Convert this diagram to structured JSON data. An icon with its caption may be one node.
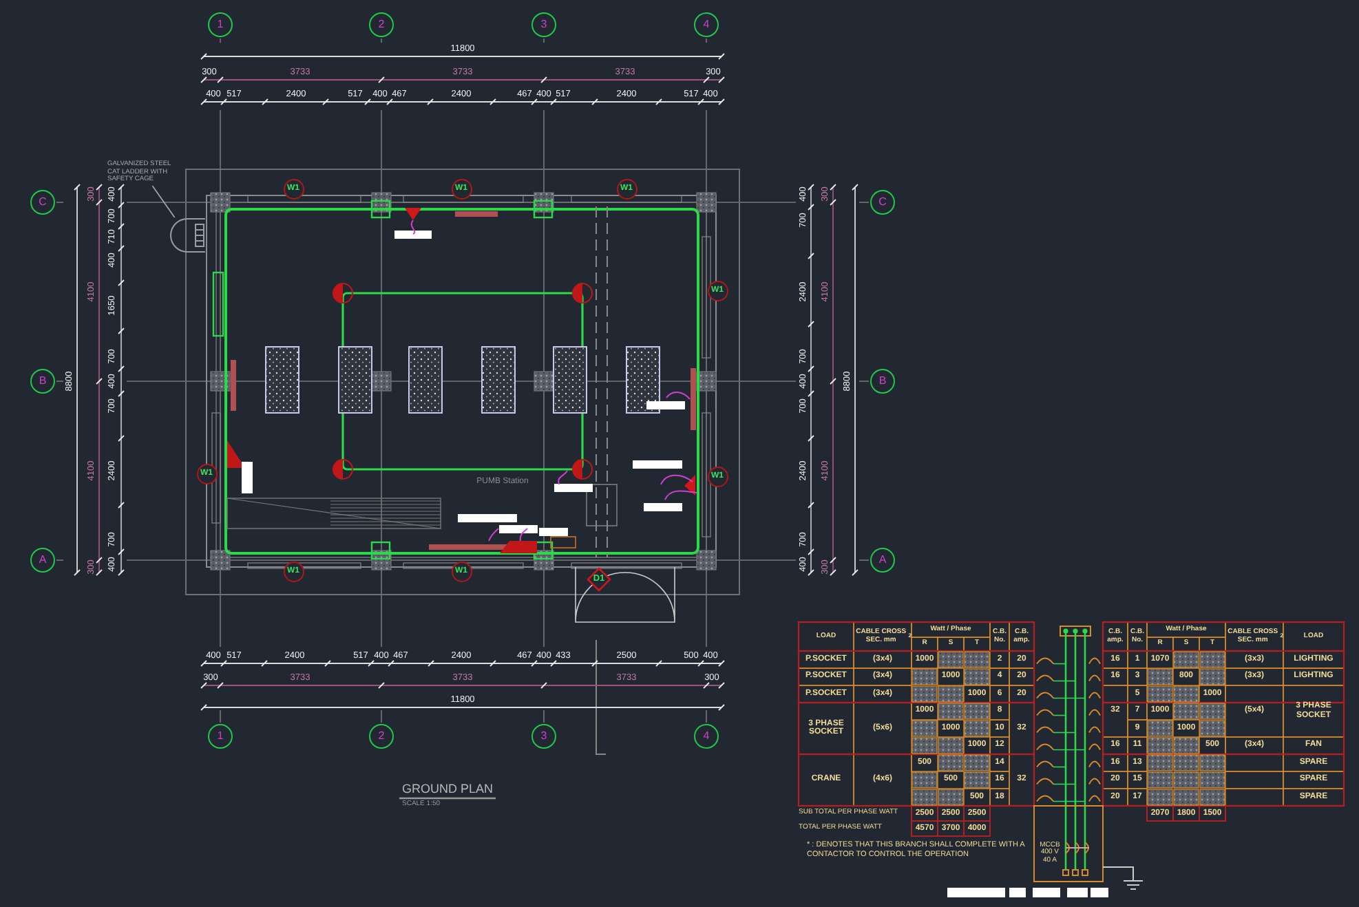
{
  "diagram": {
    "title": "GROUND PLAN",
    "nodes": [
      {
        "text": [
          "1"
        ]
      },
      {
        "text": [
          "2"
        ]
      },
      {
        "text": [
          "3"
        ]
      },
      {
        "text": [
          "4"
        ]
      },
      {
        "text": [
          "GALVANIZED STEEL CAT LADDER WITH SAFETY CAGE"
        ]
      },
      {
        "text": [],
        "shape": "picture"
      },
      {
        "text": [
          "C"
        ]
      },
      {
        "text": [
          "W1"
        ]
      },
      {
        "text": [
          "W1"
        ]
      },
      {
        "text": [
          "W1"
        ]
      },
      {
        "text": [
          "C"
        ]
      },
      {
        "text": [
          "W1"
        ]
      },
      {
        "text": [
          "B"
        ]
      },
      {
        "text": [
          "B"
        ]
      },
      {
        "text": [
          "W1"
        ]
      },
      {
        "text": [
          "W1"
        ]
      },
      {
        "text": [
          "A"
        ]
      },
      {
        "text": [
          "A"
        ]
      },
      {
        "text": [
          "W1"
        ]
      },
      {
        "text": [
          "W1"
        ]
      },
      {
        "text": [
          "D1"
        ]
      },
      {
        "text": [
          "1"
        ]
      },
      {
        "text": [
          "2"
        ]
      },
      {
        "text": [
          "3"
        ]
      },
      {
        "text": [
          "4"
        ]
      }
    ],
    "edges": [
      {
        "from": 4,
        "to": 5,
        "arrow": "none"
      }
    ],
    "labels": [
      "11800",
      "300",
      "3733",
      "3733",
      "3733",
      "300",
      "400",
      "517",
      "2400",
      "517",
      "400",
      "467",
      "2400",
      "467",
      "400",
      "517",
      "2400",
      "517",
      "400",
      "8800",
      "300",
      "4100",
      "4100",
      "300",
      "400",
      "700",
      "710",
      "400",
      "1650",
      "700",
      "400",
      "700",
      "2400",
      "700",
      "400",
      "400",
      "700",
      "2400",
      "700",
      "400",
      "700",
      "2400",
      "700",
      "400",
      "300",
      "4100",
      "4100",
      "300",
      "8800",
      "PUMB Station",
      "400",
      "517",
      "2400",
      "517",
      "400",
      "467",
      "2400",
      "467",
      "400",
      "433",
      "2500",
      "500",
      "400",
      "300",
      "3733",
      "3733",
      "3733",
      "300",
      "11800",
      "SCALE 1:50",
      "LOAD",
      "CABLE CROSS SEC. mm$^{2}$",
      "Watt / Phase",
      "C.B. No.",
      "C.B. amp.",
      "C.B. amp.",
      "C.B. No.",
      "Watt / Phase",
      "CABLE CROSS SEC. mm$^{2}$",
      "LOAD",
      "R",
      "S",
      "T",
      "R",
      "S",
      "T",
      "P.SOCKET",
      "(3x4)",
      "1000",
      "2",
      "20",
      "16",
      "1",
      "1070",
      "(3x3)",
      "LIGHTING",
      "P.SOCKET",
      "(3x4)",
      "1000",
      "4",
      "20",
      "16",
      "3",
      "800",
      "(3x3)",
      "LIGHTING",
      "P.SOCKET",
      "(3x4)",
      "1000",
      "6",
      "20",
      "32",
      "5",
      "1000",
      "(5x4)",
      "3 PHASE SOCKET",
      "3 PHASE SOCKET",
      "(5x6)",
      "1000",
      "8",
      "32",
      "7",
      "1000",
      "1000",
      "10",
      "9",
      "1000",
      "1000",
      "12",
      "16",
      "11",
      "500",
      "(3x4)",
      "FAN",
      "CRANE",
      "(4x6)",
      "500",
      "14",
      "32",
      "16",
      "13",
      "SPARE",
      "500",
      "16",
      "20",
      "15",
      "SPARE",
      "500",
      "18",
      "20",
      "17",
      "SPARE",
      "SUB TOTAL PER PHASE WATT",
      "2500",
      "2500",
      "2500",
      "2070",
      "1800",
      "1500",
      "TOTAL PER PHASE WATT",
      "4570",
      "3700",
      "4000",
      "* : DENOTES THAT THIS BRANCH SHALL COMPLETE WITH A CONTACTOR TO CONTROL THE OPERATION",
      "MCCB 400 V 40 A"
    ]
  }
}
